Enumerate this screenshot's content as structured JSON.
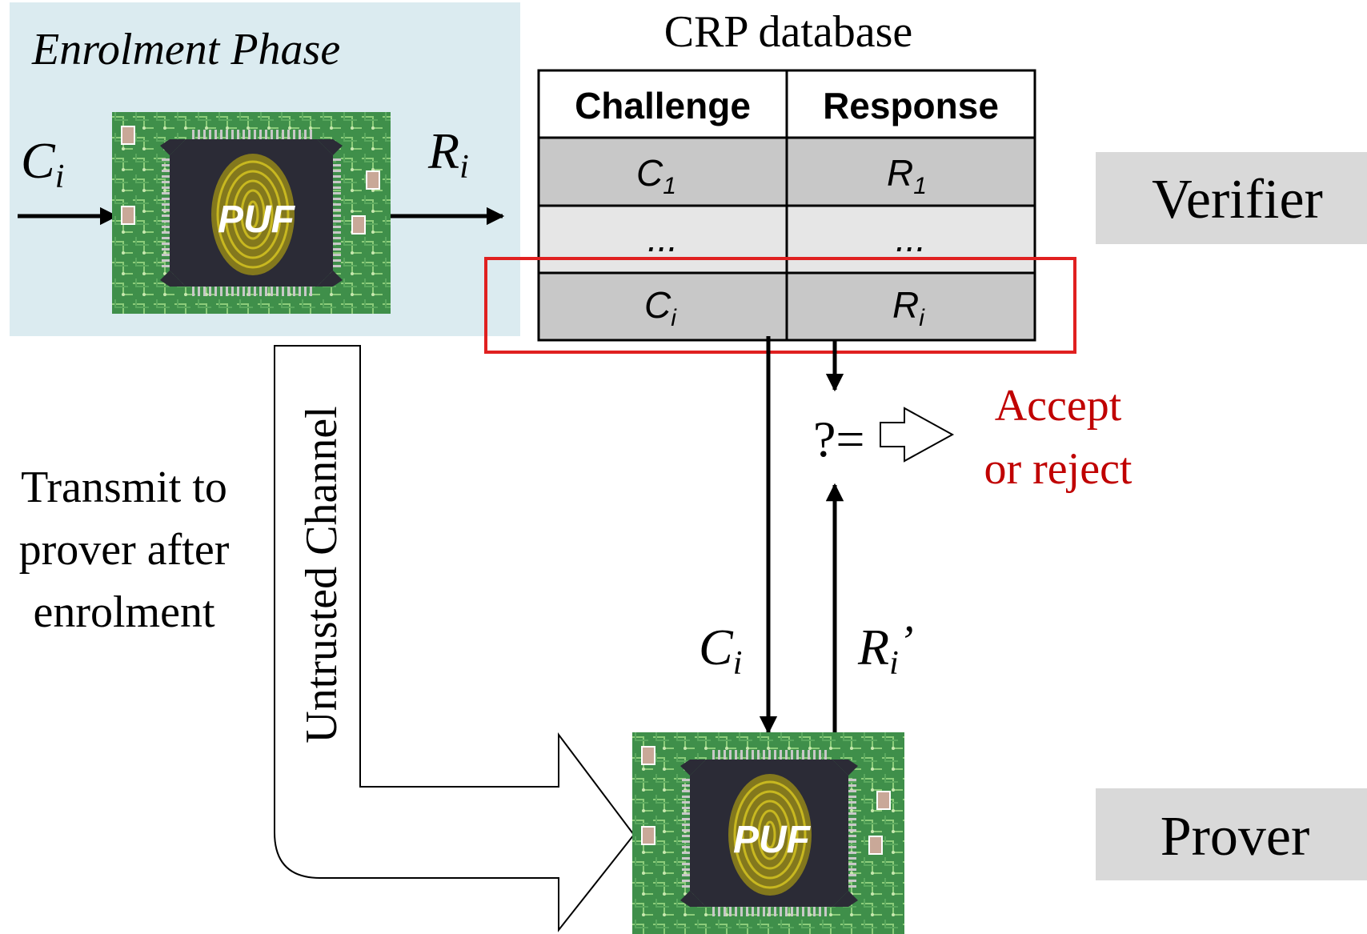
{
  "enrolment": {
    "title": "Enrolment Phase",
    "input_label": "C",
    "input_sub": "i",
    "output_label": "R",
    "output_sub": "i",
    "chip_label": "PUF"
  },
  "database": {
    "title": "CRP database",
    "headers": [
      "Challenge",
      "Response"
    ],
    "rows": [
      {
        "c": "C",
        "c_sub": "1",
        "r": "R",
        "r_sub": "1"
      },
      {
        "c": "...",
        "c_sub": "",
        "r": "...",
        "r_sub": ""
      },
      {
        "c": "C",
        "c_sub": "i",
        "r": "R",
        "r_sub": "i"
      }
    ]
  },
  "verifier": {
    "label": "Verifier"
  },
  "prover": {
    "label": "Prover",
    "chip_label": "PUF"
  },
  "comparison": {
    "symbol": "?=",
    "result_line1": "Accept",
    "result_line2": "or reject"
  },
  "challenge_arrow": {
    "label": "C",
    "sub": "i"
  },
  "response_arrow": {
    "label": "R",
    "sub": "i",
    "prime": "’"
  },
  "channel": {
    "label": "Untrusted Channel"
  },
  "transmit": {
    "line1": "Transmit to",
    "line2": "prover after",
    "line3": "enrolment"
  },
  "colors": {
    "enrolment_bg": "#dbebf0",
    "label_box_bg": "#d9d9d9",
    "table_row_dark": "#c8c8c8",
    "table_row_light": "#e6e6e6",
    "highlight": "#e02020",
    "accept_text": "#c00000",
    "chip_dark": "#2b2b36",
    "board_green": "#3f8f4a",
    "fingerprint": "#c8b820"
  },
  "icons": [
    "chip-icon",
    "fingerprint-icon",
    "hollow-arrow-icon"
  ]
}
